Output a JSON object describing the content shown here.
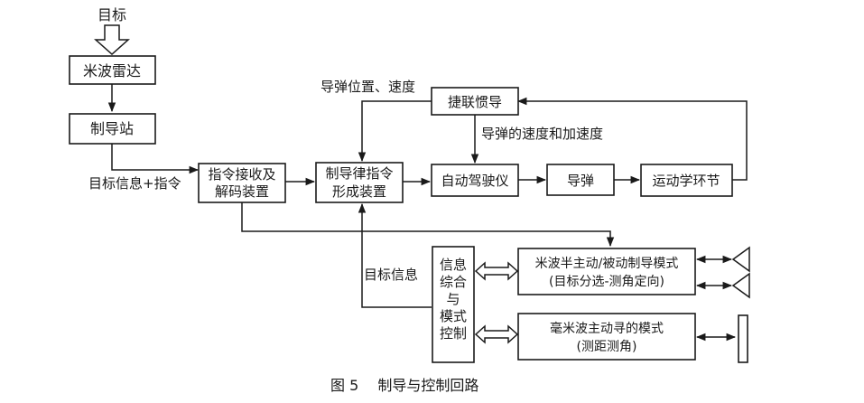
{
  "target_label": "目标",
  "boxes": {
    "radar": "米波雷达",
    "guidance_station": "制导站",
    "command_receiver": [
      "指令接收及",
      "解码装置"
    ],
    "law_generator": [
      "制导律指令",
      "形成装置"
    ],
    "autopilot": "自动驾驶仪",
    "missile": "导弹",
    "kinematics": "运动学环节",
    "strapdown_ins": "捷联惯导",
    "fusion": [
      "信息",
      "综合",
      "与",
      "模式",
      "控制"
    ],
    "meter_wave_mode": [
      "米波半主动/被动制导模式",
      "(目标分选-测角定向)"
    ],
    "mm_wave_mode": [
      "毫米波主动寻的模式",
      "(测距测角)"
    ]
  },
  "labels": {
    "target_info_cmd": "目标信息+指令",
    "missile_pos_vel": "导弹位置、速度",
    "missile_vel_acc": "导弹的速度和加速度",
    "target_info": "目标信息"
  },
  "caption": "图 5　 制导与控制回路"
}
